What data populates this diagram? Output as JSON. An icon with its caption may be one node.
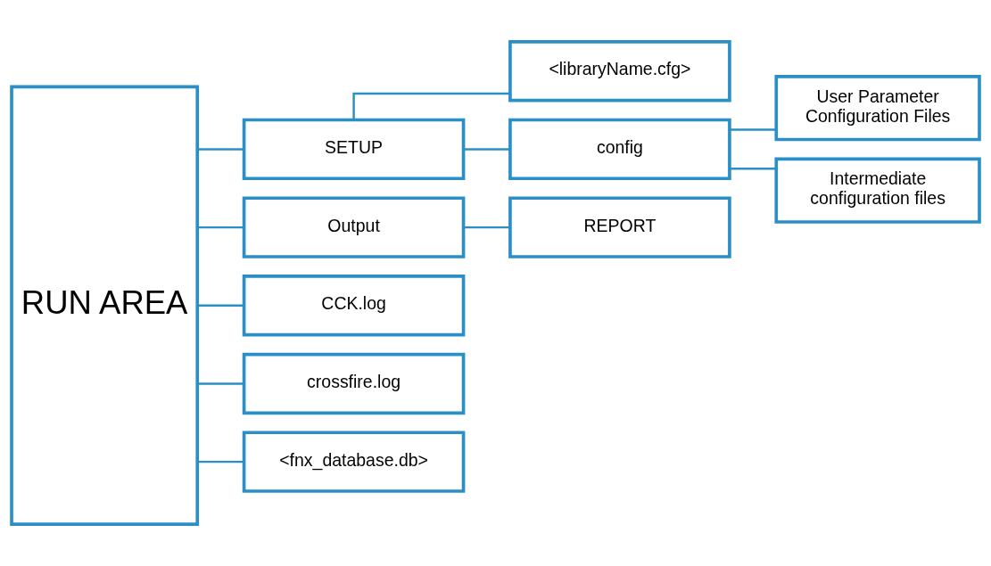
{
  "diagram": {
    "nodes": [
      {
        "text": [
          "RUN AREA"
        ]
      },
      {
        "text": [
          "SETUP"
        ]
      },
      {
        "text": [
          "Output"
        ]
      },
      {
        "text": [
          "CCK.log"
        ]
      },
      {
        "text": [
          "crossfire.log"
        ]
      },
      {
        "text": [
          "<fnx_database.db>"
        ]
      },
      {
        "text": [
          "<libraryName.cfg>"
        ]
      },
      {
        "text": [
          "config"
        ]
      },
      {
        "text": [
          "REPORT"
        ]
      },
      {
        "text": [
          "User Parameter Configuration Files"
        ]
      },
      {
        "text": [
          "Intermediate configuration files"
        ]
      }
    ],
    "edges": [
      {
        "from": 0,
        "to": 1,
        "arrow": "none"
      },
      {
        "from": 0,
        "to": 2,
        "arrow": "none"
      },
      {
        "from": 0,
        "to": 3,
        "arrow": "none"
      },
      {
        "from": 0,
        "to": 4,
        "arrow": "none"
      },
      {
        "from": 0,
        "to": 5,
        "arrow": "none"
      },
      {
        "from": 1,
        "to": 6,
        "arrow": "none"
      },
      {
        "from": 1,
        "to": 7,
        "arrow": "none"
      },
      {
        "from": 2,
        "to": 8,
        "arrow": "none"
      },
      {
        "from": 7,
        "to": 9,
        "arrow": "none"
      },
      {
        "from": 7,
        "to": 10,
        "arrow": "none"
      }
    ]
  }
}
